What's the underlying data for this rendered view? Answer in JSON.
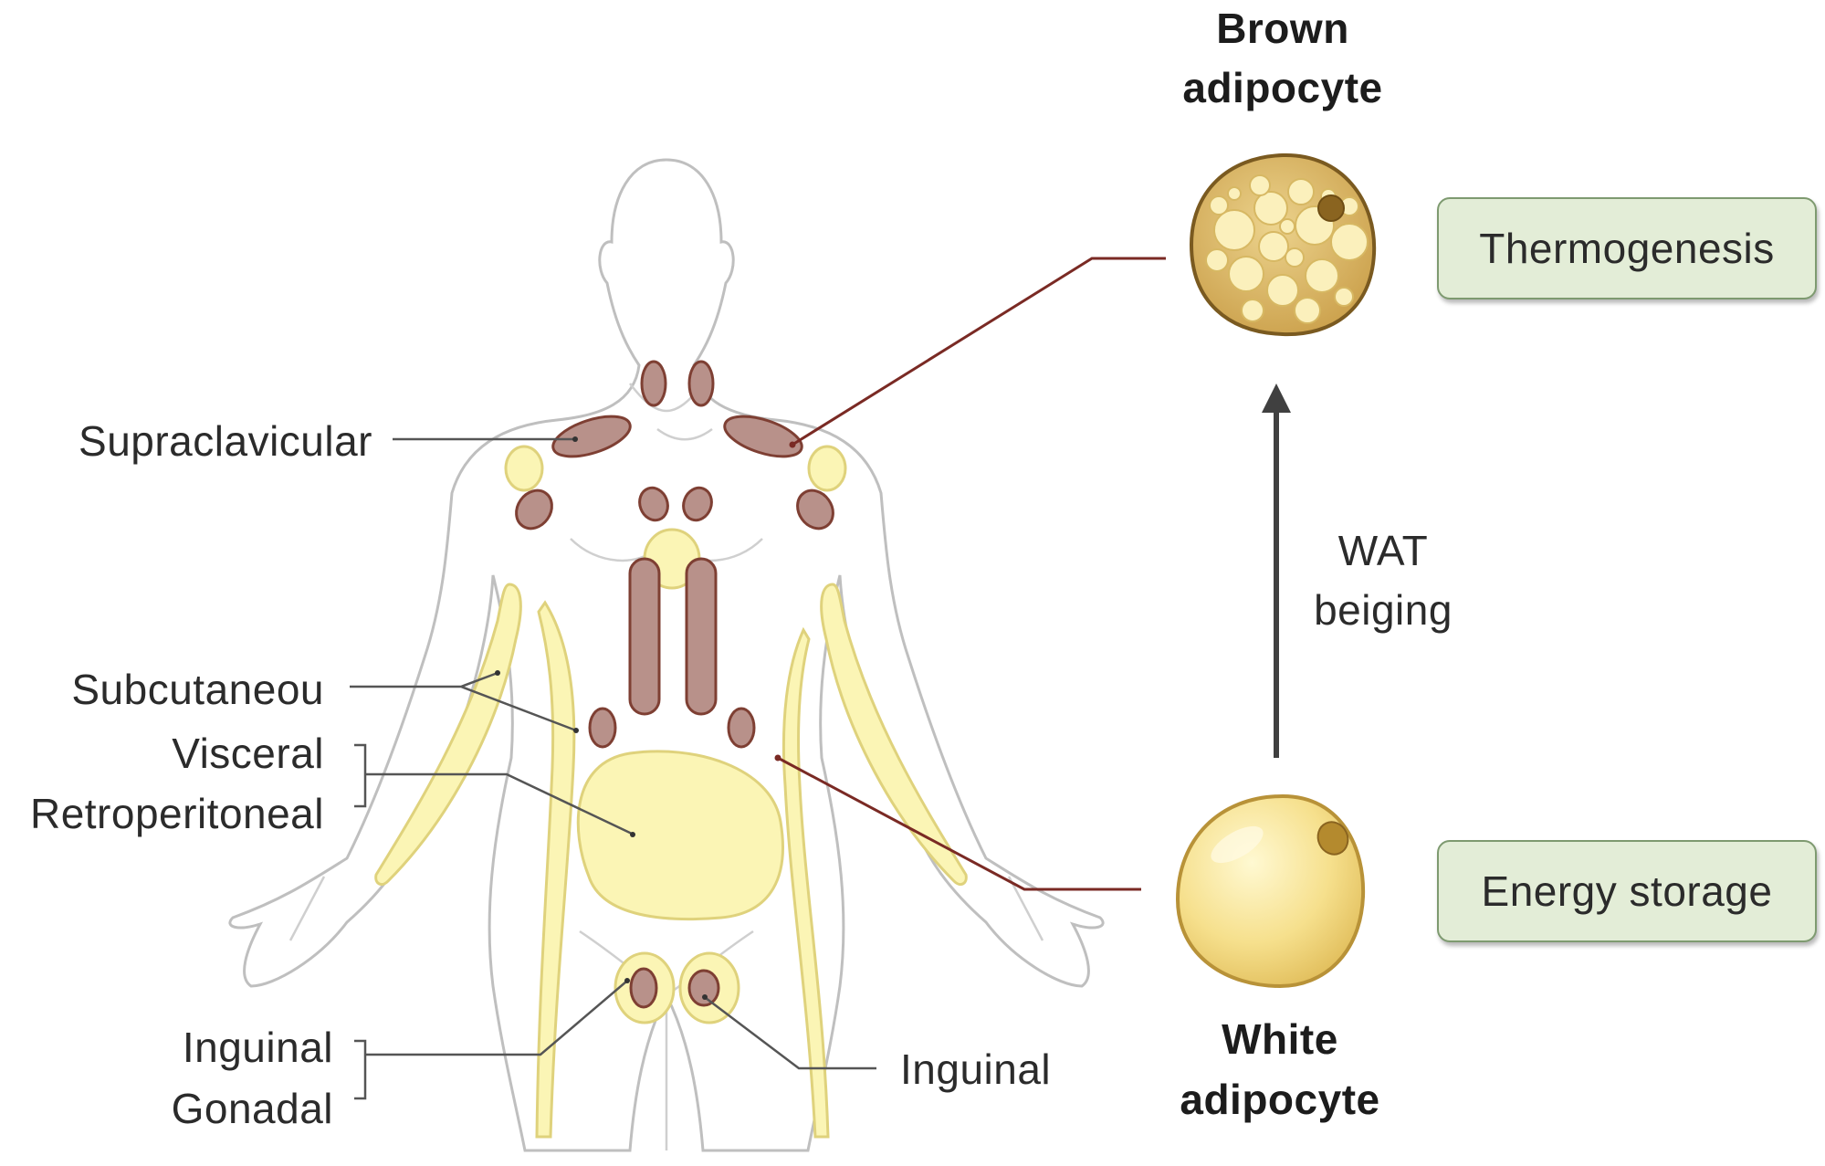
{
  "labels": {
    "supraclavicular": "Supraclavicular",
    "subcutaneous": "Subcutaneou",
    "visceral": "Visceral",
    "retroperitoneal": "Retroperitoneal",
    "inguinal_left": "Inguinal",
    "gonadal": "Gonadal",
    "inguinal_right": "Inguinal"
  },
  "brown": {
    "line1": "Brown",
    "line2": "adipocyte",
    "function": "Thermogenesis"
  },
  "white": {
    "line1": "White",
    "line2": "adipocyte",
    "function": "Energy storage"
  },
  "transition": {
    "line1": "WAT",
    "line2": "beiging"
  },
  "colors": {
    "bat_fill": "#b8918a",
    "bat_stroke": "#7e3f33",
    "wat_fill": "#fbf5b5",
    "wat_stroke": "#dfd27c",
    "connector": "#7a2a24",
    "box_fill": "#e3edd7",
    "box_stroke": "#7e9a70"
  }
}
